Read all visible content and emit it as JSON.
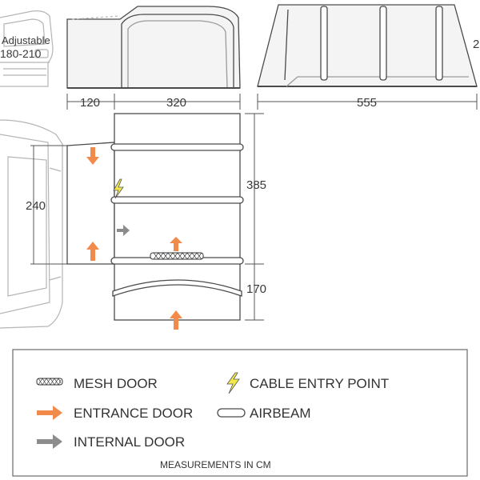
{
  "diagram": {
    "car_label": {
      "line1": "Adjustable",
      "line2": "180-210"
    },
    "dimensions": {
      "awning_depth": "120",
      "tent_depth": "320",
      "total_length": "555",
      "car_width": "240",
      "tent_width": "385",
      "porch_depth": "170",
      "right_edge": "2"
    },
    "legend": {
      "mesh_door": "MESH DOOR",
      "cable_entry": "CABLE ENTRY POINT",
      "entrance_door": "ENTRANCE DOOR",
      "airbeam": "AIRBEAM",
      "internal_door": "INTERNAL DOOR",
      "units_note": "MEASUREMENTS IN CM"
    },
    "colors": {
      "entrance_arrow": "#f28a4b",
      "internal_arrow": "#8c8c8c",
      "cable_bolt": "#f2e84a",
      "line": "#4a4a4a",
      "light_line": "#b0b0b0"
    }
  }
}
